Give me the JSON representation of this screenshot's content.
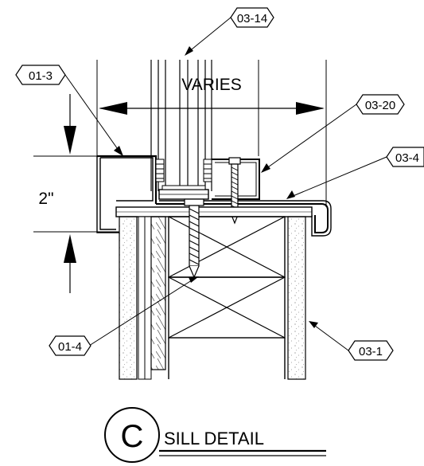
{
  "tags": {
    "t_03_14": "03-14",
    "t_01_3": "01-3",
    "t_03_20": "03-20",
    "t_03_4": "03-4",
    "t_01_4": "01-4",
    "t_03_1": "03-1"
  },
  "dimensions": {
    "width_label": "VARIES",
    "height_label": "2\""
  },
  "title": {
    "letter": "C",
    "text": "SILL DETAIL"
  }
}
